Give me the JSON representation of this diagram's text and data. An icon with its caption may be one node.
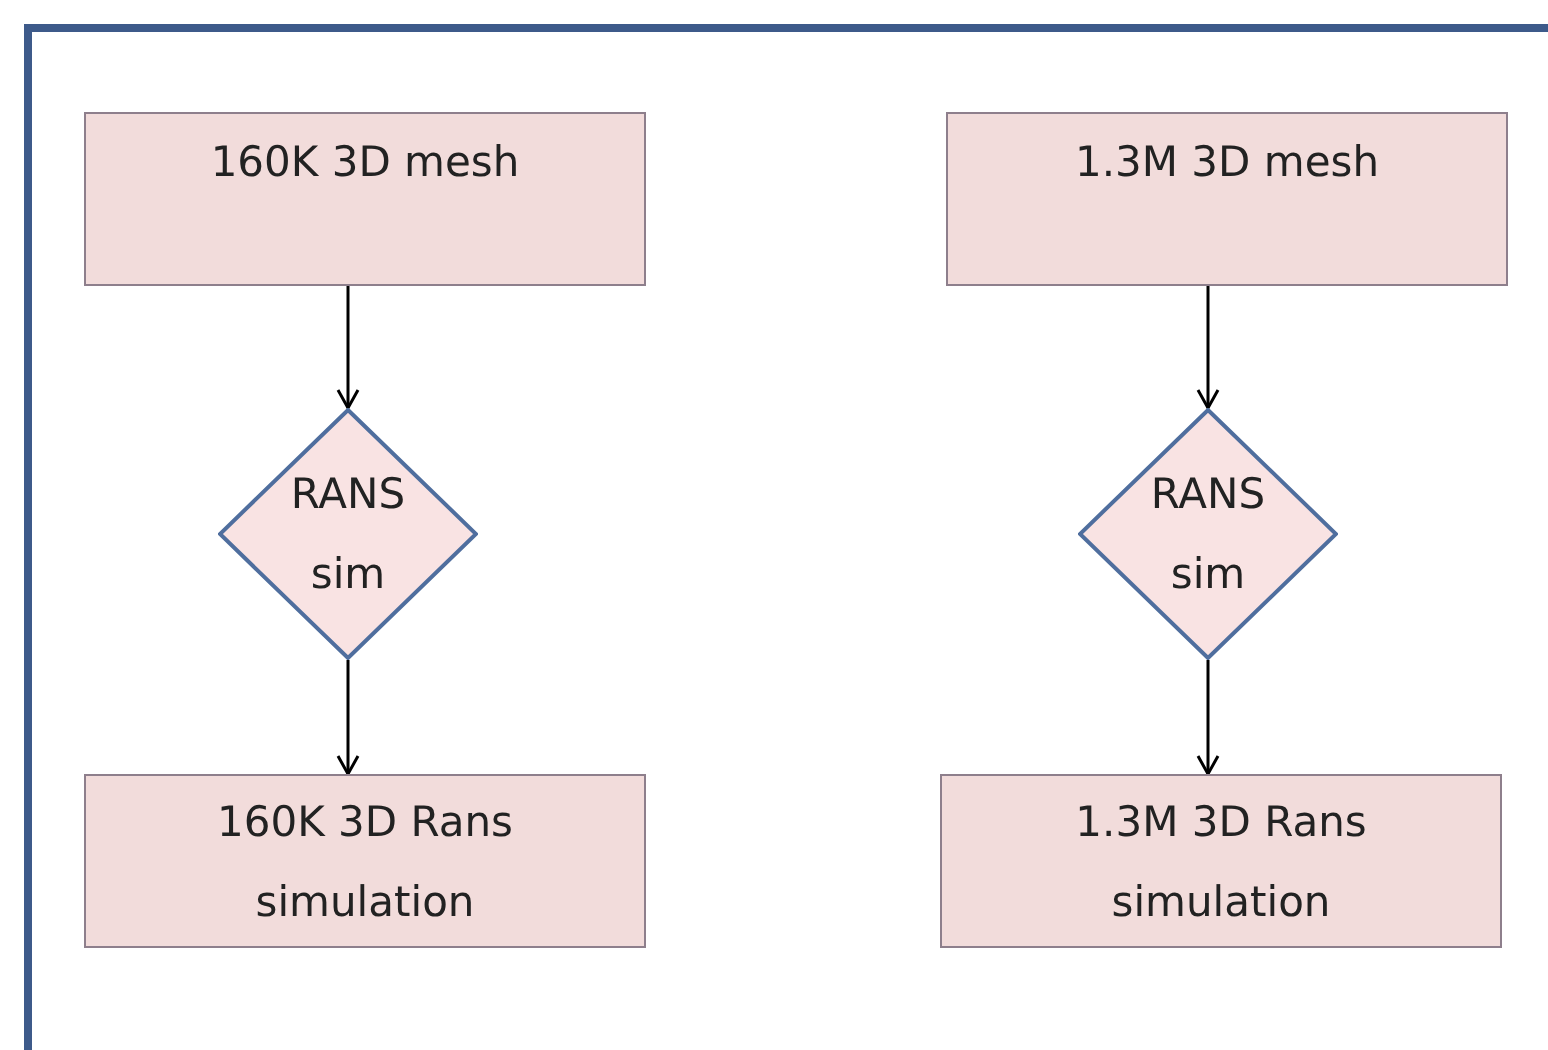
{
  "diagram": {
    "nodes": [
      {
        "text": [
          "160K 3D mesh"
        ]
      },
      {
        "text": [
          "RANS sim"
        ]
      },
      {
        "text": [
          "160K 3D Rans simulation"
        ]
      },
      {
        "text": [
          "1.3M 3D mesh"
        ]
      },
      {
        "text": [
          "RANS sim"
        ]
      },
      {
        "text": [
          "1.3M 3D Rans simulation"
        ]
      }
    ],
    "edges": [
      {
        "from": 0,
        "to": 1,
        "arrow": "to"
      },
      {
        "from": 1,
        "to": 2,
        "arrow": "to"
      },
      {
        "from": 3,
        "to": 4,
        "arrow": "to"
      },
      {
        "from": 4,
        "to": 5,
        "arrow": "to"
      }
    ]
  }
}
